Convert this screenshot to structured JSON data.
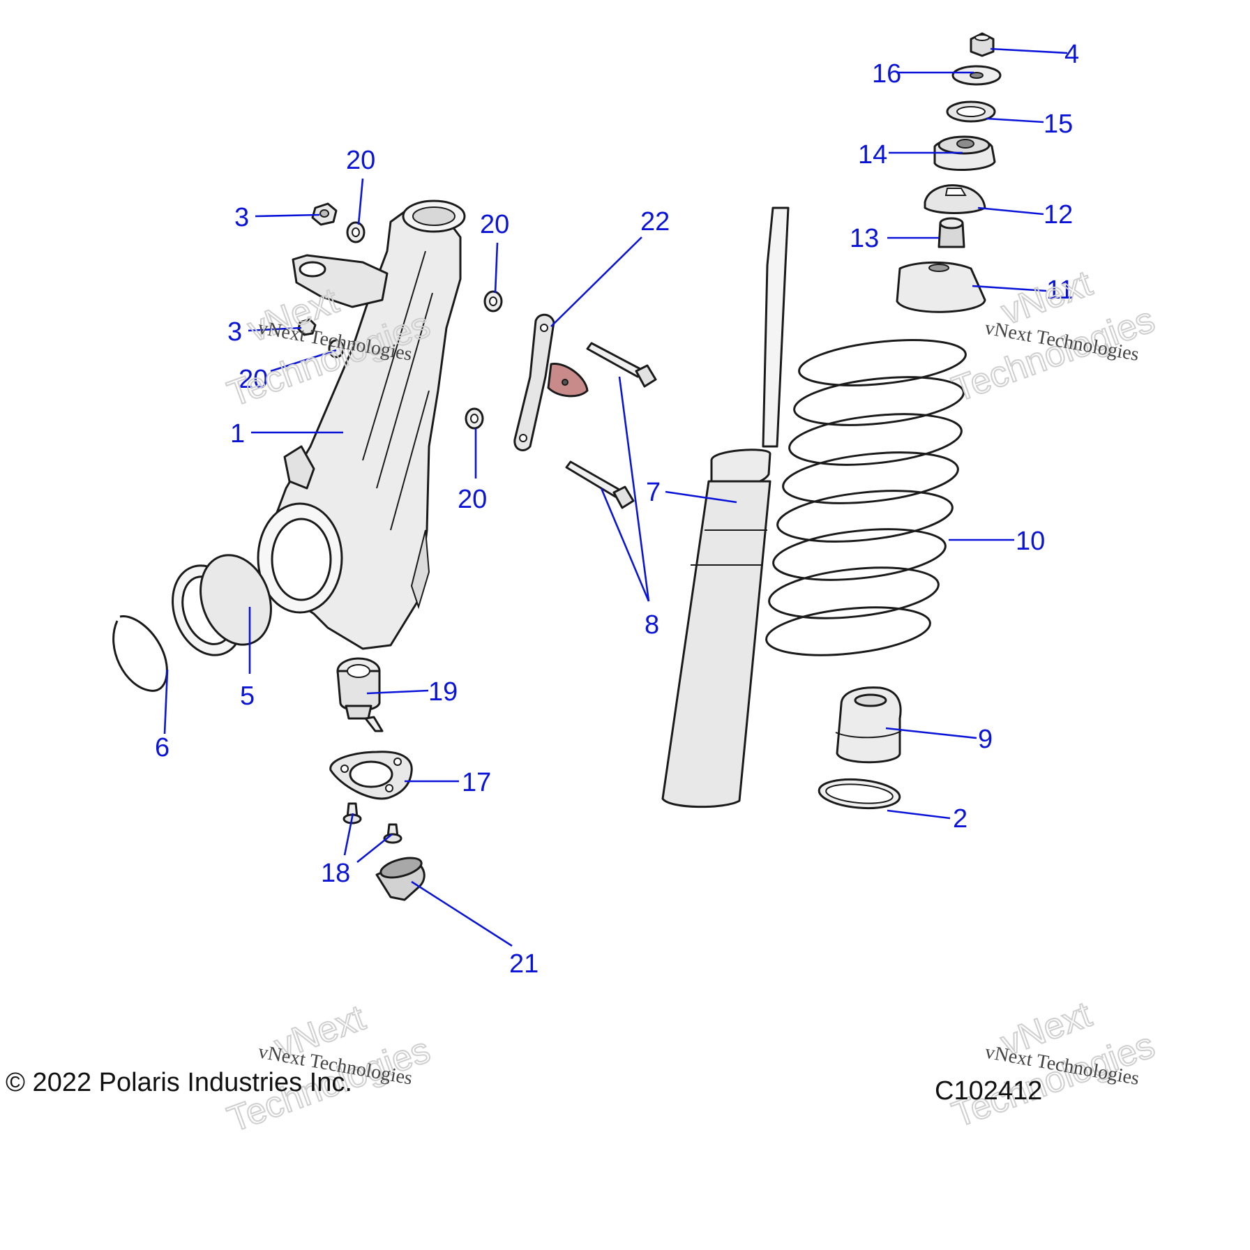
{
  "callouts": {
    "c1": "1",
    "c2": "2",
    "c3a": "3",
    "c3b": "3",
    "c4": "4",
    "c5": "5",
    "c6": "6",
    "c7": "7",
    "c8": "8",
    "c9": "9",
    "c10": "10",
    "c11": "11",
    "c12": "12",
    "c13": "13",
    "c14": "14",
    "c15": "15",
    "c16": "16",
    "c17": "17",
    "c18": "18",
    "c19": "19",
    "c20a": "20",
    "c20b": "20",
    "c20c": "20",
    "c20d": "20",
    "c21": "21",
    "c22": "22"
  },
  "watermark": {
    "line1": "vNext Technologies",
    "line2a": "vNext",
    "line2b": "Technologies"
  },
  "footer": {
    "copyright": "© 2022 Polaris Industries Inc.",
    "code": "C102412"
  },
  "colors": {
    "callout": "#0a14d8",
    "part_fill": "#eeeeee",
    "bracket_accent": "#c98a8a"
  }
}
